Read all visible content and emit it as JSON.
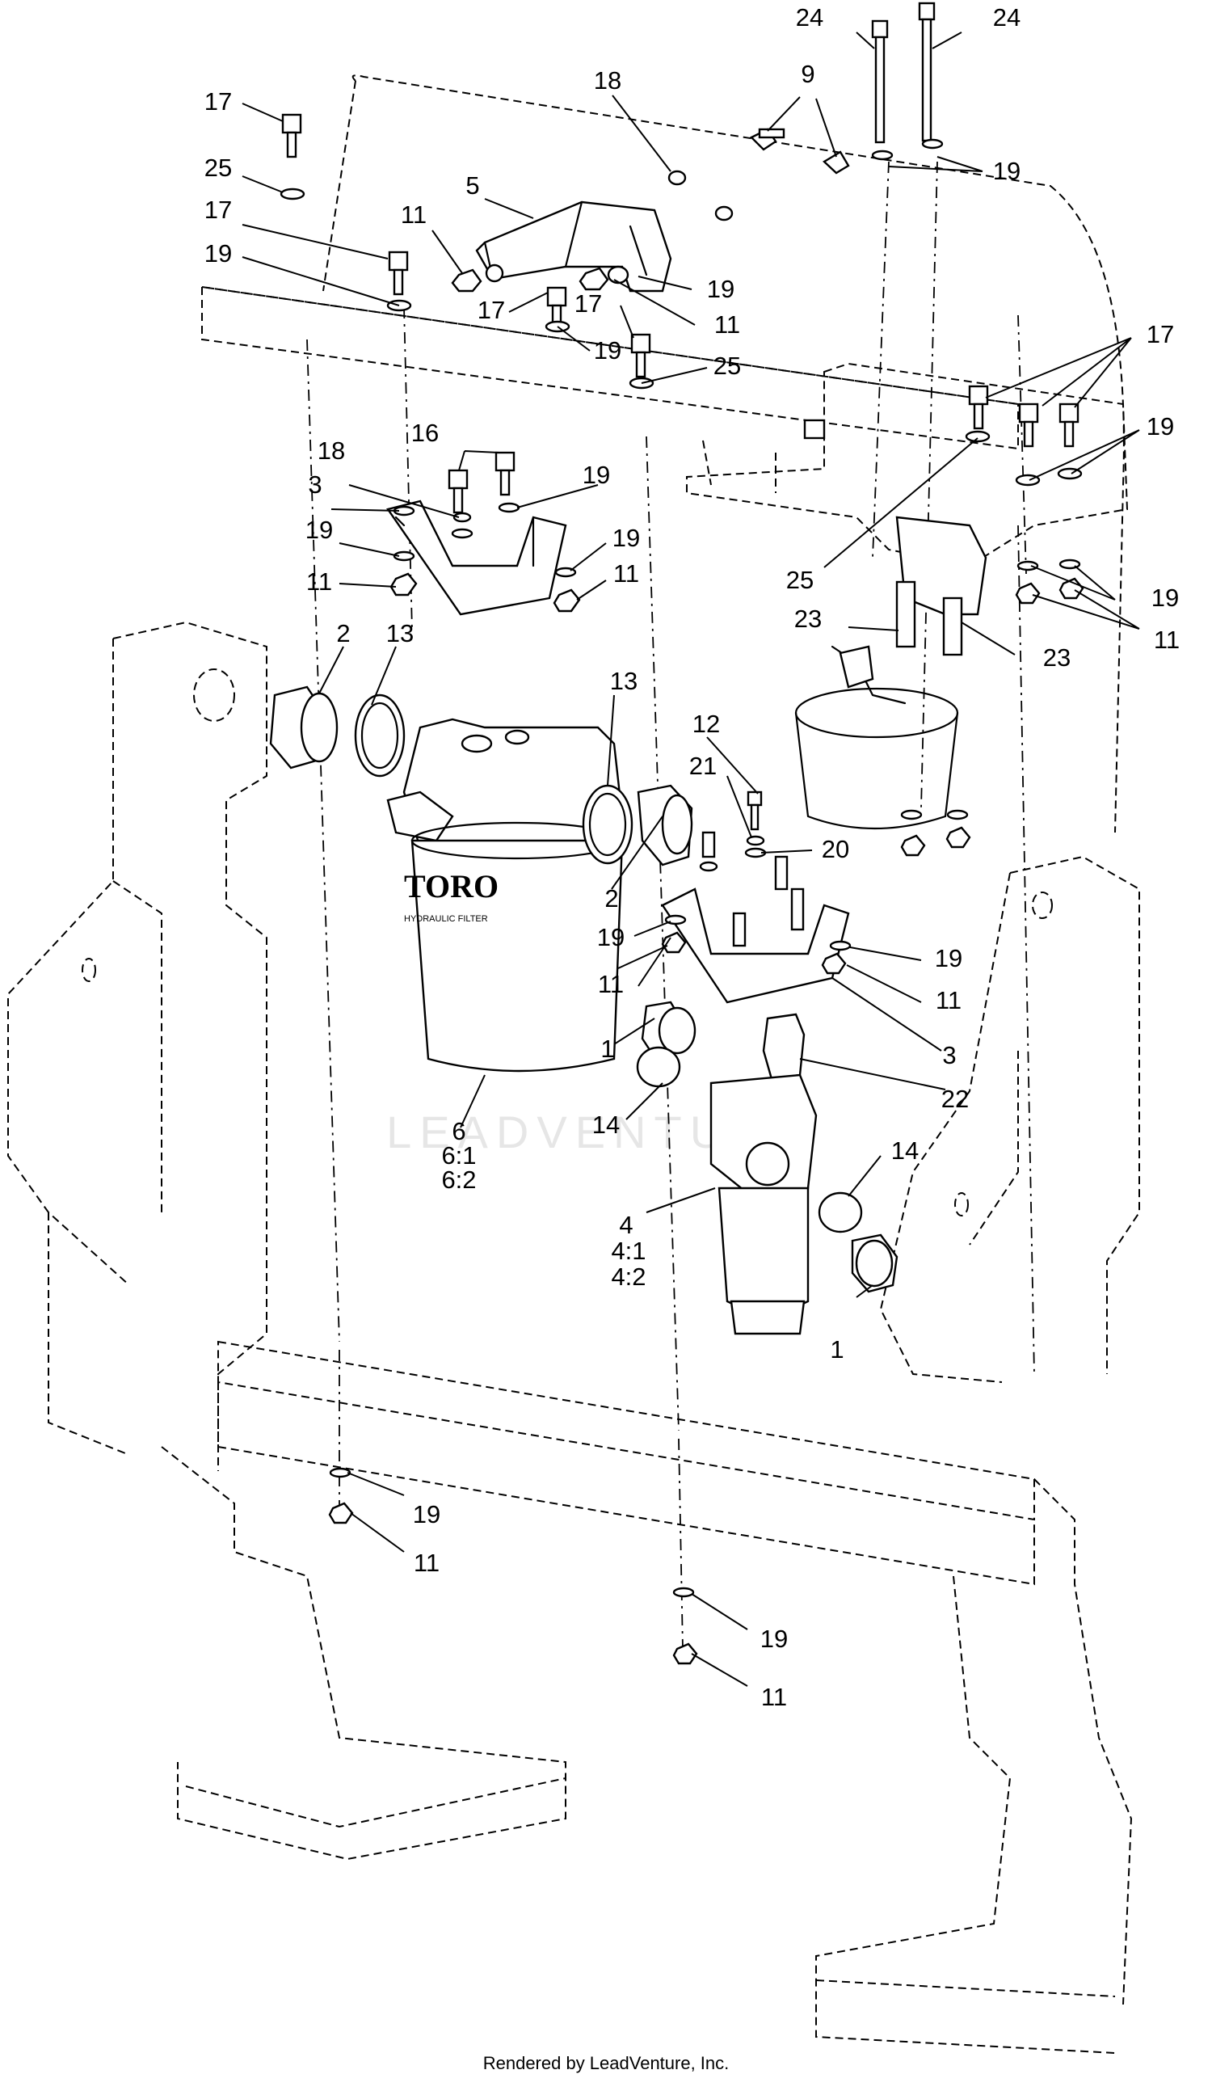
{
  "callouts": [
    {
      "label": "24"
    },
    {
      "label": "24"
    },
    {
      "label": "17"
    },
    {
      "label": "18"
    },
    {
      "label": "9"
    },
    {
      "label": "25"
    },
    {
      "label": "5"
    },
    {
      "label": "19"
    },
    {
      "label": "17"
    },
    {
      "label": "11"
    },
    {
      "label": "19"
    },
    {
      "label": "19"
    },
    {
      "label": "17"
    },
    {
      "label": "17"
    },
    {
      "label": "11"
    },
    {
      "label": "19"
    },
    {
      "label": "25"
    },
    {
      "label": "17"
    },
    {
      "label": "19"
    },
    {
      "label": "18"
    },
    {
      "label": "16"
    },
    {
      "label": "3"
    },
    {
      "label": "19"
    },
    {
      "label": "19"
    },
    {
      "label": "19"
    },
    {
      "label": "11"
    },
    {
      "label": "11"
    },
    {
      "label": "25"
    },
    {
      "label": "19"
    },
    {
      "label": "23"
    },
    {
      "label": "11"
    },
    {
      "label": "23"
    },
    {
      "label": "2"
    },
    {
      "label": "13"
    },
    {
      "label": "13"
    },
    {
      "label": "12"
    },
    {
      "label": "21"
    },
    {
      "label": "20"
    },
    {
      "label": "19"
    },
    {
      "label": "11"
    },
    {
      "label": "2"
    },
    {
      "label": "19"
    },
    {
      "label": "19"
    },
    {
      "label": "11"
    },
    {
      "label": "11"
    },
    {
      "label": "3"
    },
    {
      "label": "1"
    },
    {
      "label": "22"
    },
    {
      "label": "14"
    },
    {
      "label": "6"
    },
    {
      "label": "6:1"
    },
    {
      "label": "6:2"
    },
    {
      "label": "14"
    },
    {
      "label": "4"
    },
    {
      "label": "4:1"
    },
    {
      "label": "4:2"
    },
    {
      "label": "1"
    },
    {
      "label": "19"
    },
    {
      "label": "11"
    },
    {
      "label": "19"
    },
    {
      "label": "11"
    }
  ],
  "filter_brand": "TORO",
  "filter_subtext": "HYDRAULIC FILTER",
  "watermark": "LEADVENTURE",
  "footer_text": "Rendered by LeadVenture, Inc."
}
